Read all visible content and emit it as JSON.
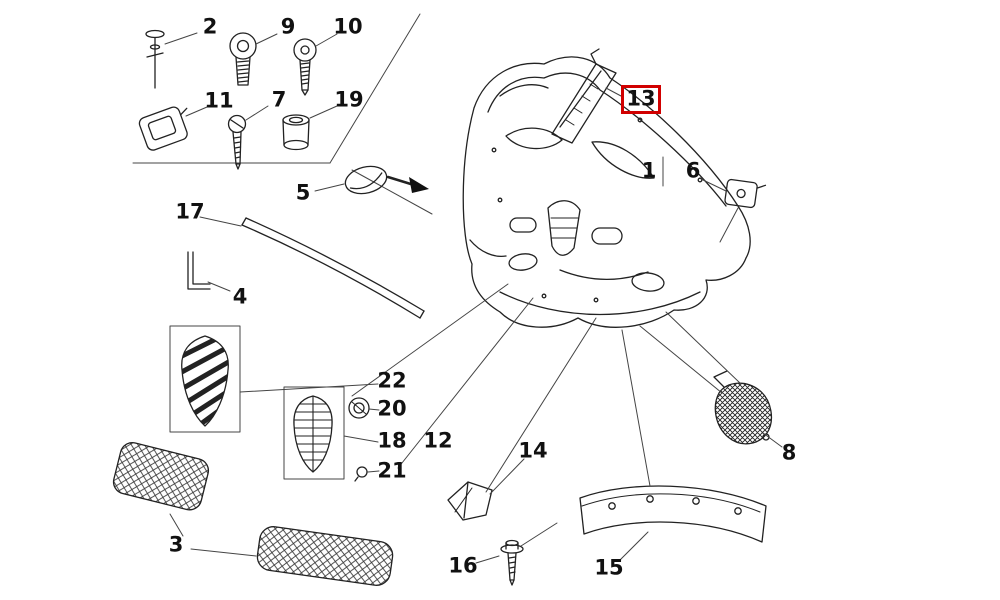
{
  "canvas": {
    "background": "#ffffff",
    "line_color": "#222222",
    "frame_line_color": "#444444",
    "highlight_color": "#d10000",
    "label_color": "#111111"
  },
  "diagram": {
    "highlighted_part_number": "13",
    "parts": {
      "p1": {
        "number": "1"
      },
      "p2": {
        "number": "2"
      },
      "p3": {
        "number": "3"
      },
      "p4": {
        "number": "4"
      },
      "p5": {
        "number": "5"
      },
      "p6": {
        "number": "6"
      },
      "p7": {
        "number": "7"
      },
      "p8": {
        "number": "8"
      },
      "p9": {
        "number": "9"
      },
      "p10": {
        "number": "10"
      },
      "p11": {
        "number": "11"
      },
      "p12": {
        "number": "12"
      },
      "p13": {
        "number": "13"
      },
      "p14": {
        "number": "14"
      },
      "p15": {
        "number": "15"
      },
      "p16": {
        "number": "16"
      },
      "p17": {
        "number": "17"
      },
      "p18": {
        "number": "18"
      },
      "p19": {
        "number": "19"
      },
      "p20": {
        "number": "20"
      },
      "p21": {
        "number": "21"
      },
      "p22": {
        "number": "22"
      }
    }
  }
}
